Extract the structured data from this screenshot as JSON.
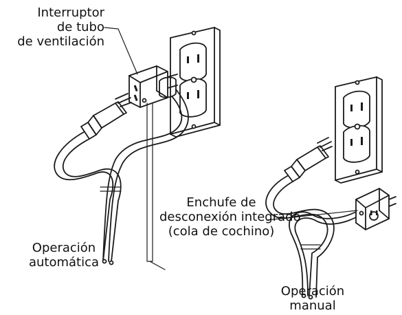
{
  "labels": {
    "vent_switch": {
      "line1": "Interruptor",
      "line2": "de tubo",
      "line3": "de ventilación"
    },
    "integrated_plug": {
      "line1": "Enchufe de",
      "line2": "desconexión integrado",
      "line3": "(cola de cochino)"
    },
    "auto_operation": {
      "line1": "Operación",
      "line2": "automática"
    },
    "manual_operation": {
      "line1": "Operación",
      "line2": "manual"
    }
  },
  "colors": {
    "ink": "#1a1a1a",
    "background": "#ffffff"
  }
}
